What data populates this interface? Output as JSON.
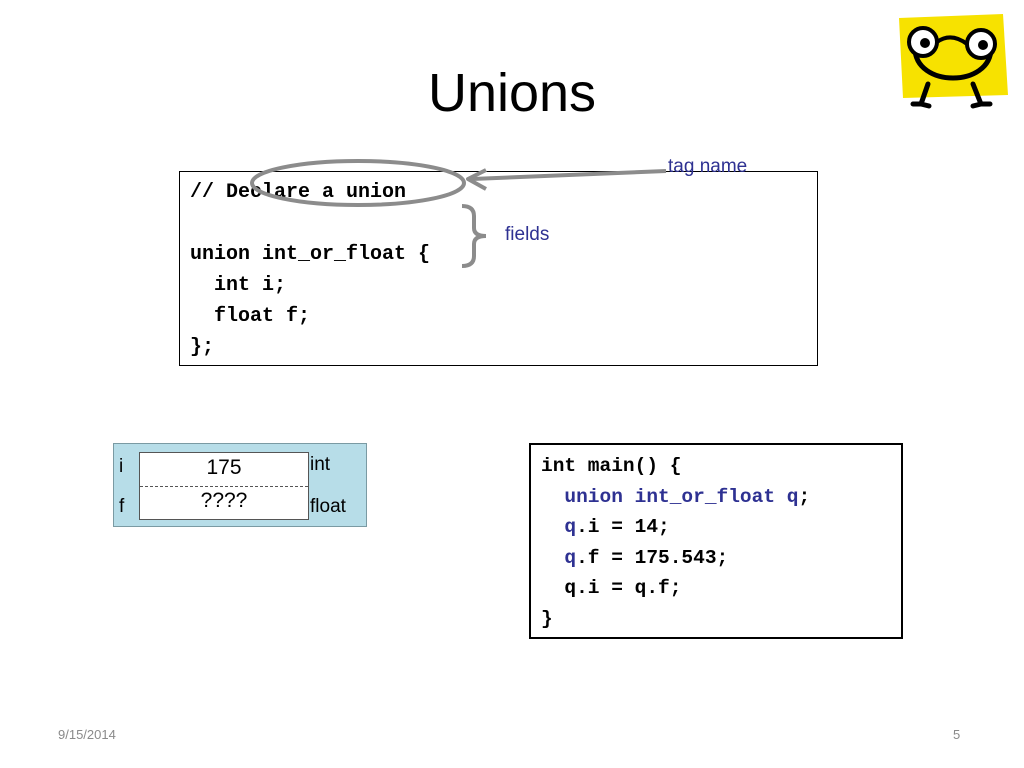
{
  "slide": {
    "title": "Unions",
    "date": "9/15/2014",
    "page_number": "5"
  },
  "declaration_code": {
    "lines": [
      "// Declare a union",
      "",
      "union int_or_float {",
      "  int i;",
      "  float f;",
      "};"
    ]
  },
  "annotations": {
    "tag_name": "tag name",
    "fields": "fields"
  },
  "memory_diagram": {
    "left_labels": [
      "i",
      "f"
    ],
    "values": [
      "175",
      "????"
    ],
    "right_labels": [
      "int",
      "float"
    ]
  },
  "main_code": {
    "line1": "int main() {",
    "line2_kw": "union int_or_float q",
    "line2_rest": ";",
    "line3_var": "q",
    "line3_rest": ".i = 14;",
    "line4_var": "q",
    "line4_rest": ".f = 175.543;",
    "line5": "q.i = q.f;",
    "line6": "}"
  },
  "colors": {
    "annotation": "#2e3192",
    "memory_box": "#b7dde8",
    "mascot": "#f7e200"
  },
  "icons": [
    "mascot-icon"
  ]
}
